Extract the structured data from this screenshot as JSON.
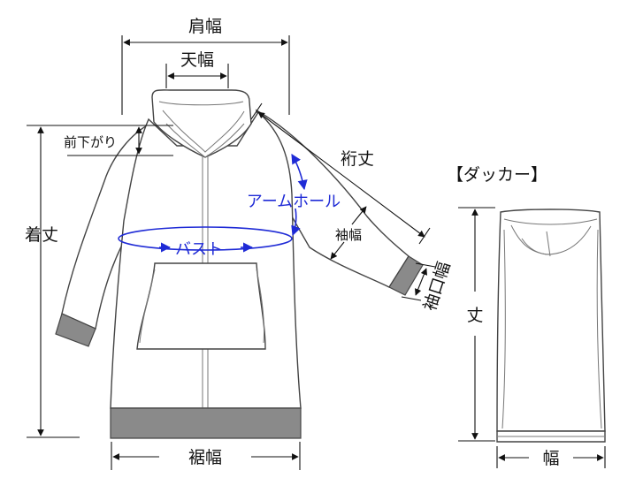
{
  "labels": {
    "shoulder_width": "肩幅",
    "neck_width": "天幅",
    "front_drop": "前下がり",
    "body_length": "着丈",
    "sleeve_length": "裄丈",
    "armhole": "アームホール",
    "bust": "バスト",
    "sleeve_width": "袖幅",
    "cuff_width": "袖口幅",
    "hem_width": "裾幅",
    "duffel_title": "【ダッカー】",
    "duffel_length": "丈",
    "duffel_width": "幅"
  },
  "colors": {
    "dimension_line": "#111111",
    "highlight_blue": "#1f2bd6",
    "rib_gray": "#8a8a8a",
    "outline": "#444444"
  }
}
